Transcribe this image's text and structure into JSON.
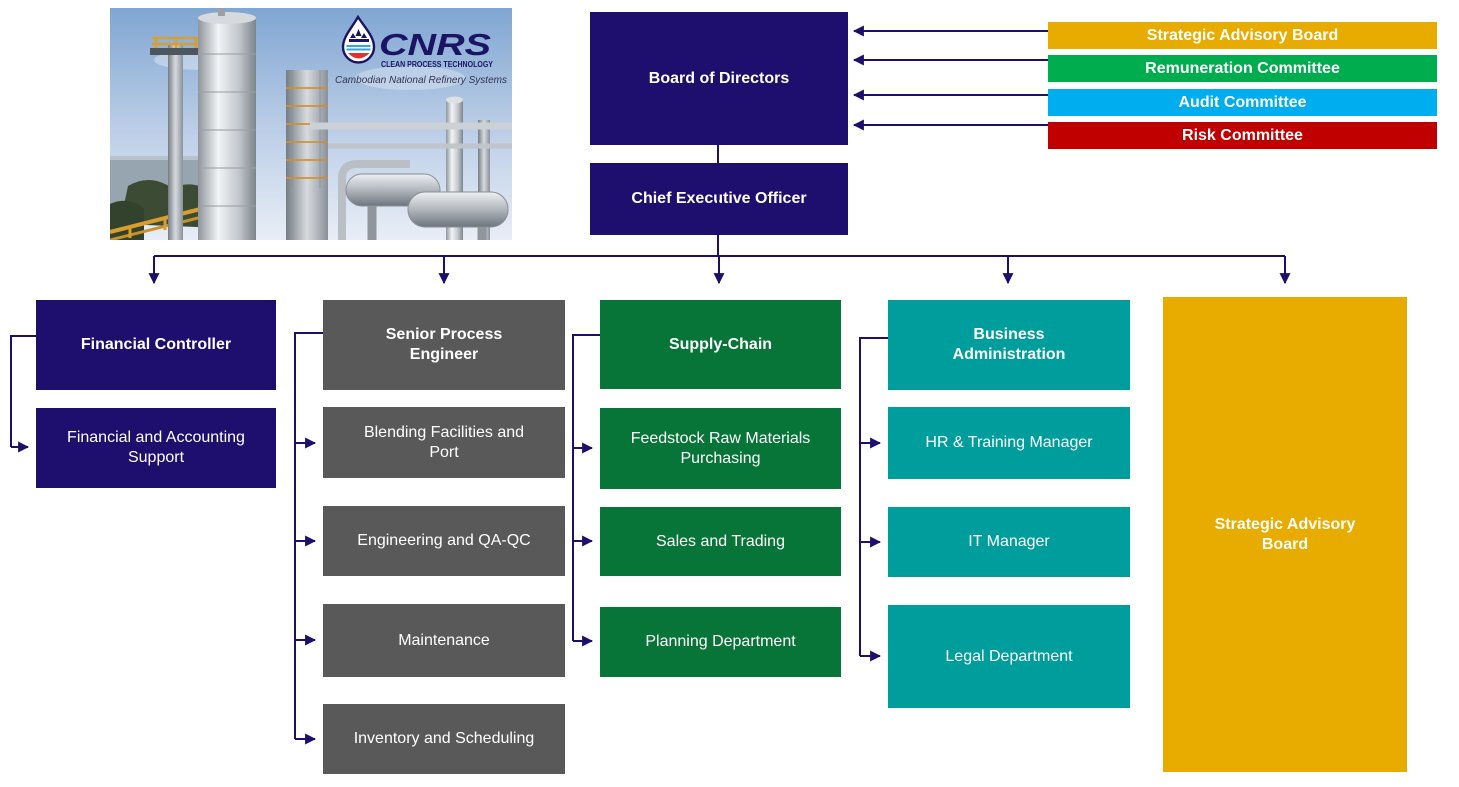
{
  "logo": {
    "brand": "CNRS",
    "tagline": "CLEAN PROCESS TECHNOLOGY",
    "subtitle": "Cambodian National Refinery Systems"
  },
  "top": {
    "board": "Board of Directors",
    "ceo": "Chief Executive Officer",
    "color": "#1E0E6E"
  },
  "committees": [
    {
      "label": "Strategic Advisory Board",
      "color": "#E8AB00"
    },
    {
      "label": "Remuneration Committee",
      "color": "#00AD4E"
    },
    {
      "label": "Audit Committee",
      "color": "#00AEEF"
    },
    {
      "label": "Risk Committee",
      "color": "#C00000"
    }
  ],
  "columns": [
    {
      "head": "Financial Controller",
      "color": "#1E0E6E",
      "children": [
        "Financial and Accounting Support"
      ]
    },
    {
      "head": "Senior Process Engineer",
      "color": "#595959",
      "children": [
        "Blending Facilities and Port",
        "Engineering and QA-QC",
        "Maintenance",
        "Inventory and Scheduling"
      ]
    },
    {
      "head": "Supply-Chain",
      "color": "#077537",
      "children": [
        "Feedstock Raw Materials Purchasing",
        "Sales and Trading",
        "Planning Department"
      ]
    },
    {
      "head": "Business Administration",
      "color": "#009D9D",
      "children": [
        "HR & Training Manager",
        "IT Manager",
        "Legal Department"
      ]
    },
    {
      "head": "Strategic Advisory Board",
      "color": "#E8AB00",
      "children": []
    }
  ],
  "connectors": {
    "color": "#1E0E6E"
  }
}
